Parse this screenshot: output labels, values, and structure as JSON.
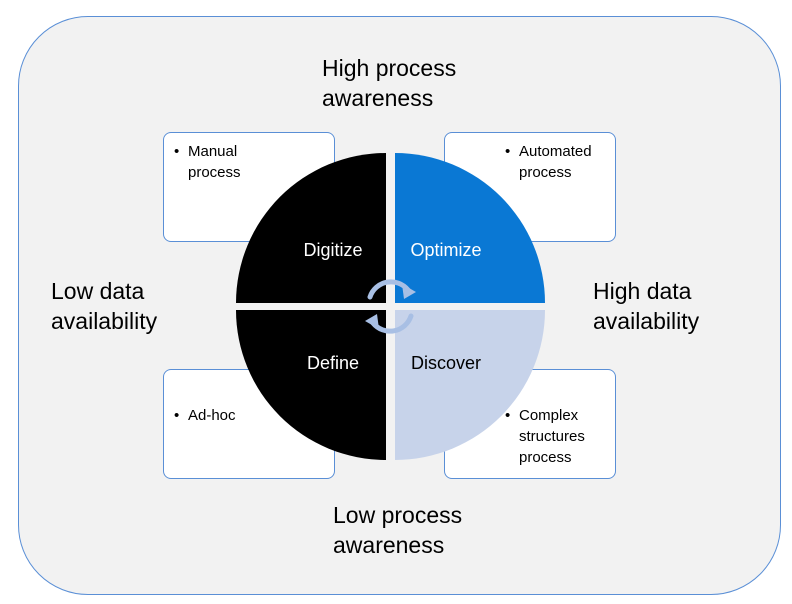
{
  "axes": {
    "top": [
      "High process",
      "awareness"
    ],
    "bottom": [
      "Low process",
      "awareness"
    ],
    "left": [
      "Low data",
      "availability"
    ],
    "right": [
      "High data",
      "availability"
    ]
  },
  "cards": {
    "top_left": [
      "Manual",
      "process"
    ],
    "top_right": [
      "Automated",
      "process"
    ],
    "bottom_left": [
      "Ad-hoc"
    ],
    "bottom_right": [
      "Complex",
      "structures",
      "process"
    ]
  },
  "quadrants": {
    "top_left": {
      "label": "Digitize",
      "color": "#000000",
      "text_color": "#ffffff"
    },
    "top_right": {
      "label": "Optimize",
      "color": "#0a78d4",
      "text_color": "#ffffff"
    },
    "bottom_left": {
      "label": "Define",
      "color": "#000000",
      "text_color": "#ffffff"
    },
    "bottom_right": {
      "label": "Discover",
      "color": "#c7d3ea",
      "text_color": "#000000"
    }
  },
  "colors": {
    "border": "#5a8fd6",
    "background": "#f2f2f2",
    "cycle_arrows": "#a8bfe4"
  },
  "icons": {
    "center": "cycle-arrows-icon"
  }
}
